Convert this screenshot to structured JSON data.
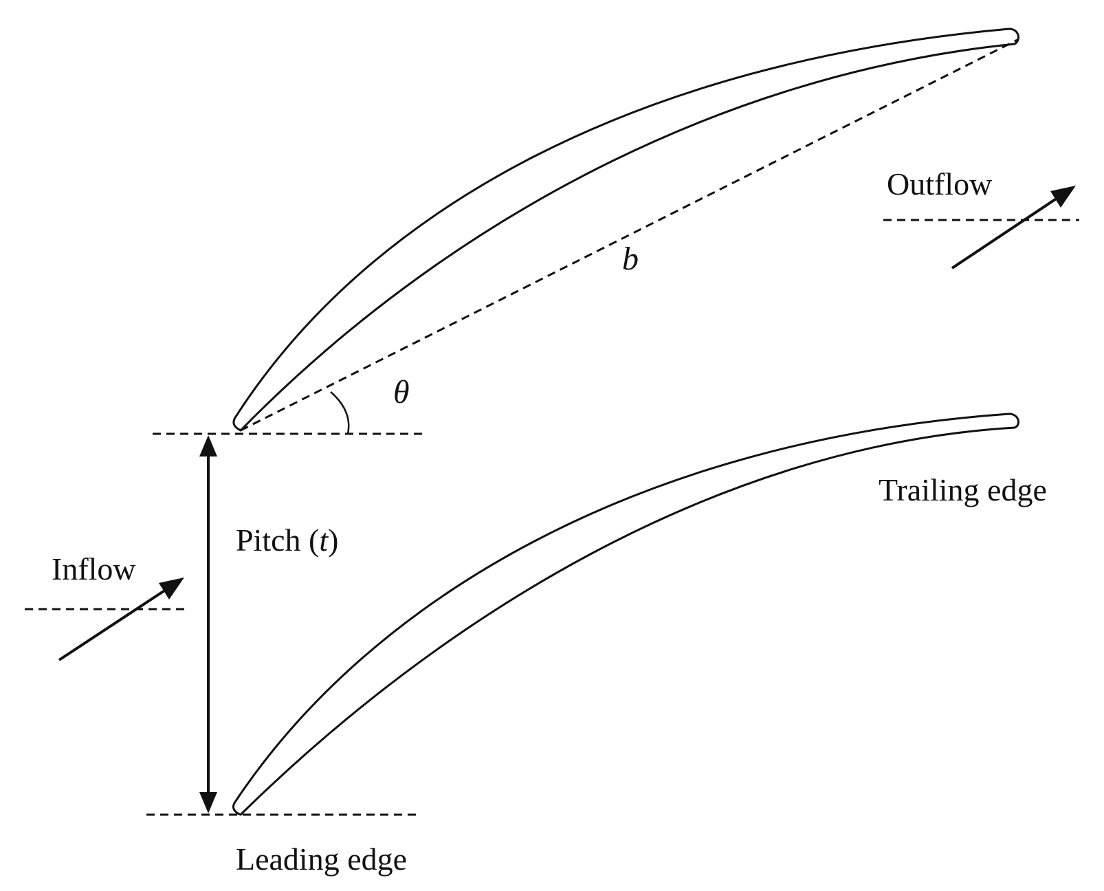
{
  "labels": {
    "outflow": "Outflow",
    "inflow": "Inflow",
    "chord": "b",
    "angle": "θ",
    "pitch_text": "Pitch (",
    "pitch_symbol": "t",
    "pitch_close": ")",
    "trailing_edge": "Trailing edge",
    "leading_edge": "Leading edge"
  }
}
